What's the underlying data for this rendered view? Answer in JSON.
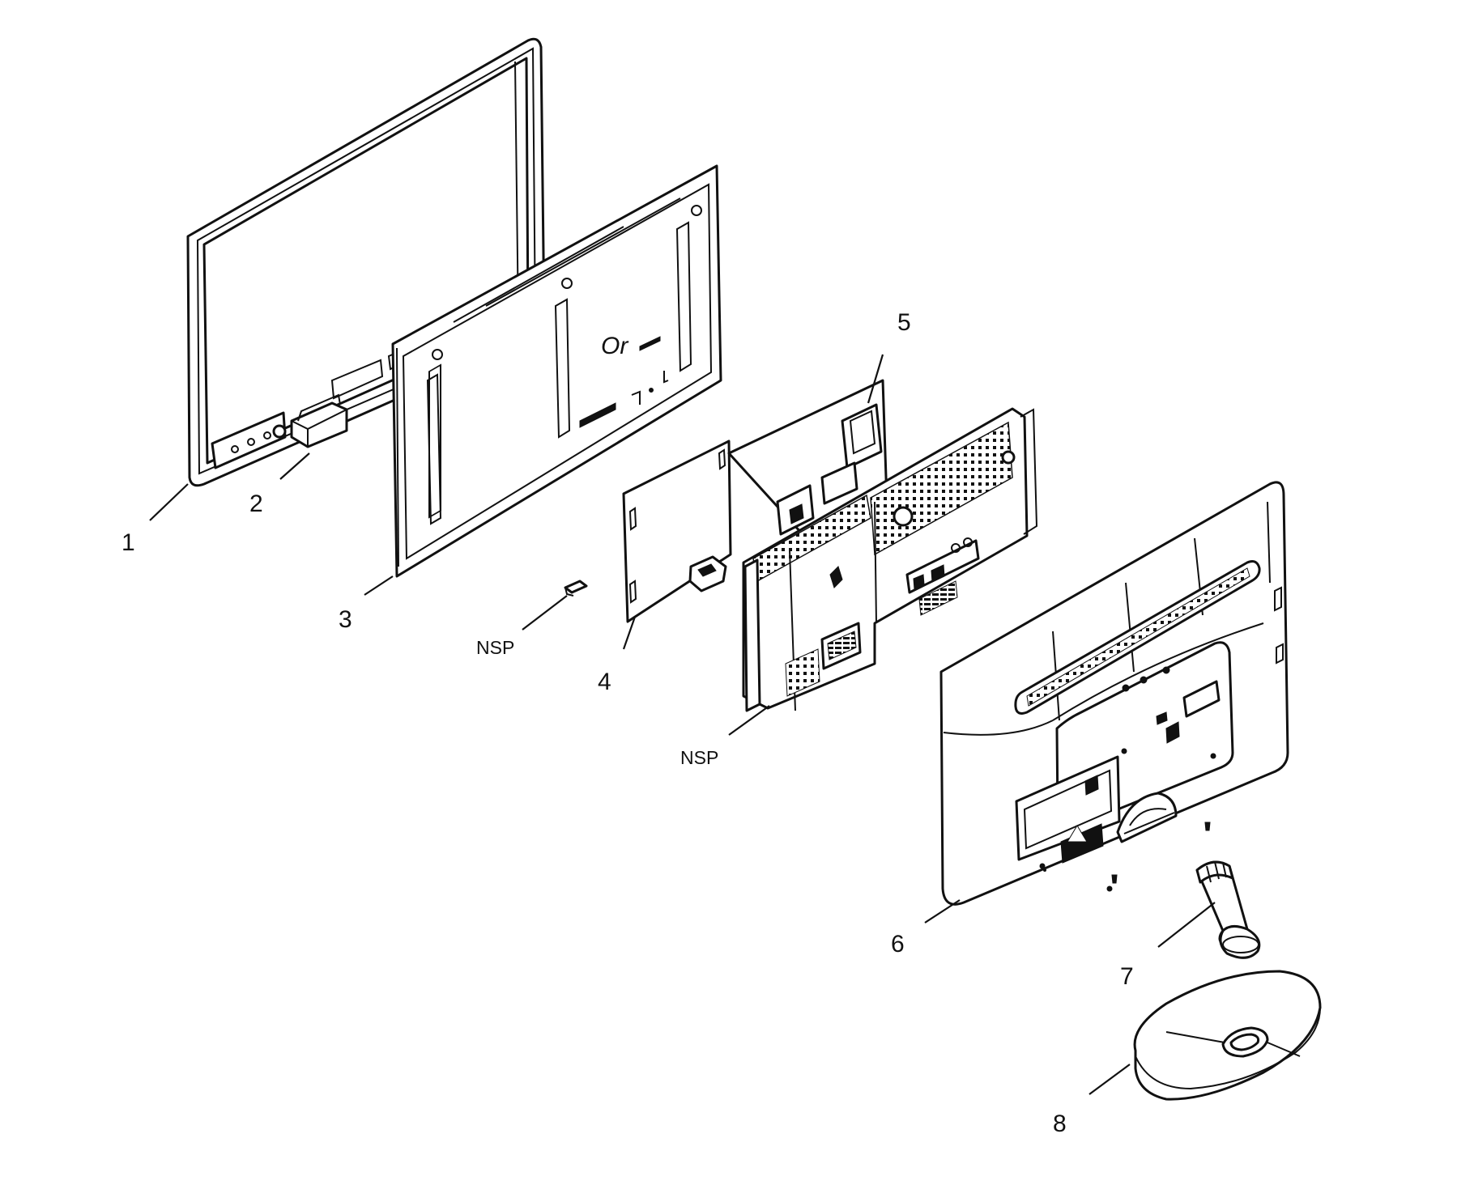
{
  "callouts": {
    "c1": "1",
    "c2": "2",
    "c3": "3",
    "c4": "4",
    "c5": "5",
    "c6": "6",
    "c7": "7",
    "c8": "8",
    "nsp_a": "NSP",
    "nsp_b": "NSP"
  },
  "markings": {
    "bracket_text": "Or"
  }
}
